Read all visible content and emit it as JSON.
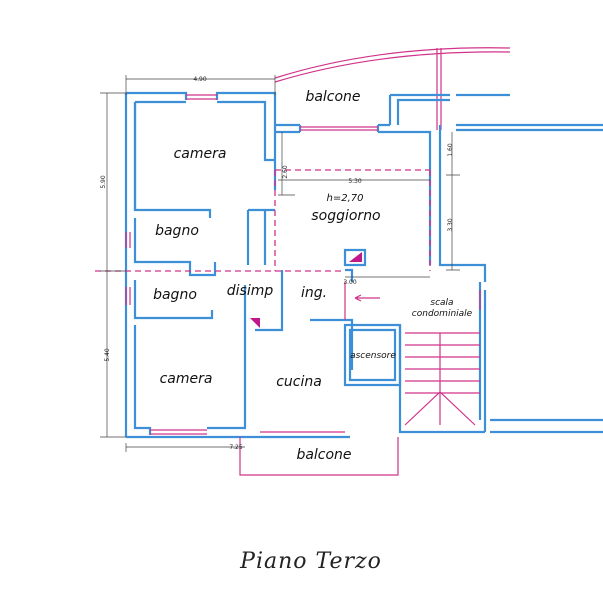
{
  "rooms": {
    "balcone_top": "balcone",
    "camera_top": "camera",
    "bagno_top": "bagno",
    "bagno_bottom": "bagno",
    "soggiorno": "soggiorno",
    "height": "h=2,70",
    "disimp": "disimp",
    "ingresso": "ing.",
    "scala_1": "scala",
    "scala_2": "condominiale",
    "ascensore": "ascensore",
    "camera_bottom": "camera",
    "cucina": "cucina",
    "balcone_bottom": "balcone"
  },
  "dimensions": {
    "top_width": "4.90",
    "left_upper": "5.90",
    "soggiorno_depth": "2.60",
    "soggiorno_width": "5.30",
    "right_upper": "1.60",
    "right_lower": "3.30",
    "entrance": "3.00",
    "left_lower": "5.40",
    "bottom_width": "7.25"
  },
  "title": "Piano Terzo",
  "colors": {
    "walls": "#3d8fd8",
    "windows": "#d0338a"
  }
}
